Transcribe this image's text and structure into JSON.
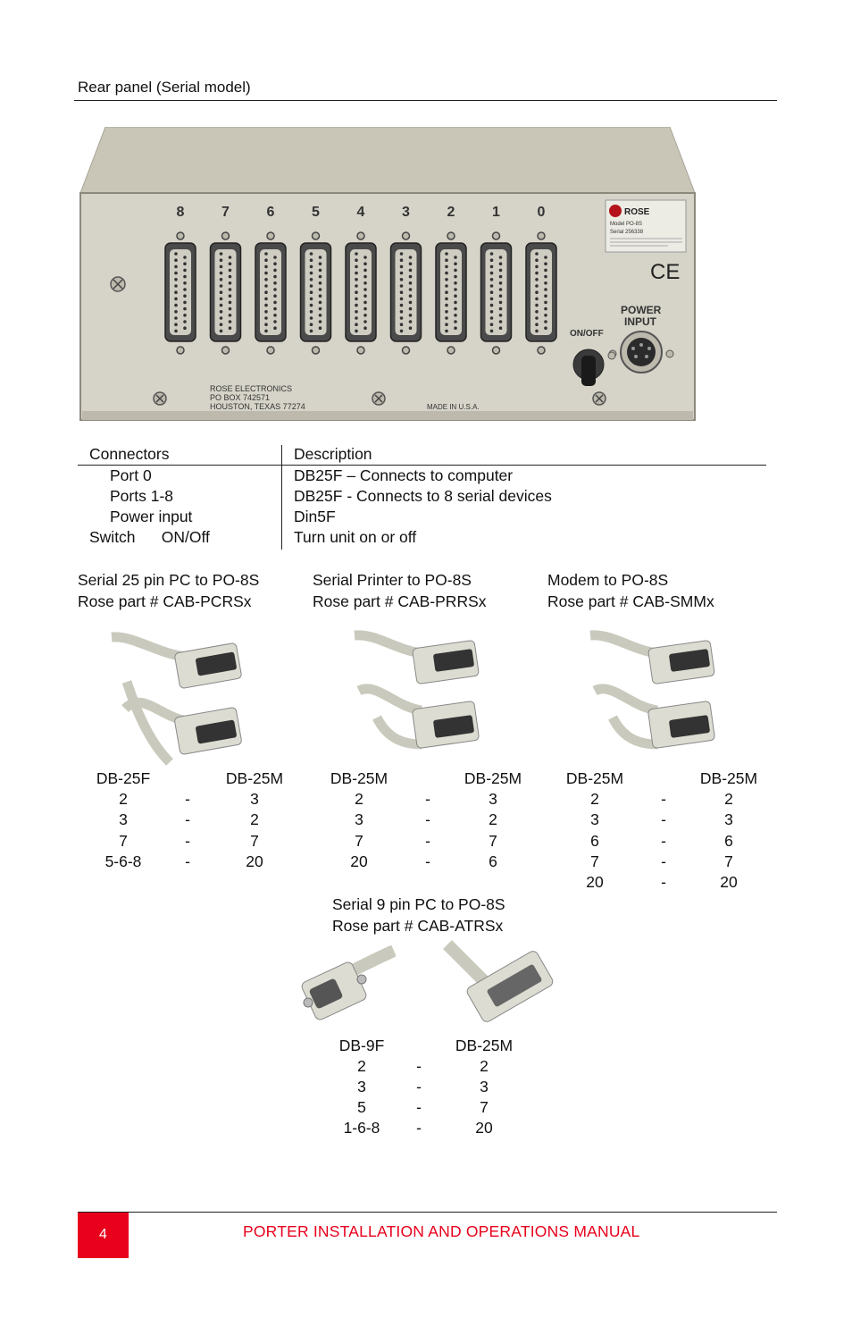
{
  "heading": "Rear panel (Serial model)",
  "panel": {
    "port_numbers": [
      "8",
      "7",
      "6",
      "5",
      "4",
      "3",
      "2",
      "1",
      "0"
    ],
    "label_brand": "ROSE",
    "label_model": "Model  PO-8S",
    "label_serial": "Serial  256338",
    "ce_mark": "CE",
    "onoff_label": "ON/OFF",
    "power_label_1": "POWER",
    "power_label_2": "INPUT",
    "address_1": "ROSE ELECTRONICS",
    "address_2": "PO BOX 742571",
    "address_3": "HOUSTON, TEXAS  77274",
    "made_in": "MADE IN U.S.A."
  },
  "connectors_table": {
    "header": [
      "Connectors",
      "Description"
    ],
    "rows": [
      {
        "connector": "Port 0",
        "description": "DB25F – Connects to computer"
      },
      {
        "connector": "Ports 1-8",
        "description": "DB25F - Connects to 8 serial devices"
      },
      {
        "connector": "Power input",
        "description": "Din5F"
      },
      {
        "connector": "Switch      ON/Off",
        "description": "Turn unit on or off"
      }
    ]
  },
  "cables": [
    {
      "title": "Serial 25 pin PC to PO-8S",
      "part": "Rose part # CAB-PCRSx",
      "left_head": "DB-25F",
      "right_head": "DB-25M",
      "pins": [
        [
          "2",
          "3"
        ],
        [
          "3",
          "2"
        ],
        [
          "7",
          "7"
        ],
        [
          "5-6-8",
          "20"
        ]
      ]
    },
    {
      "title": "Serial Printer to PO-8S",
      "part": "Rose part # CAB-PRRSx",
      "left_head": "DB-25M",
      "right_head": "DB-25M",
      "pins": [
        [
          "2",
          "3"
        ],
        [
          "3",
          "2"
        ],
        [
          "7",
          "7"
        ],
        [
          "20",
          "6"
        ]
      ]
    },
    {
      "title": "Modem to PO-8S",
      "part": "Rose part # CAB-SMMx",
      "left_head": "DB-25M",
      "right_head": "DB-25M",
      "pins": [
        [
          "2",
          "2"
        ],
        [
          "3",
          "3"
        ],
        [
          "6",
          "6"
        ],
        [
          "7",
          "7"
        ],
        [
          "20",
          "20"
        ]
      ]
    },
    {
      "title": "Serial 9 pin PC to PO-8S",
      "part": "Rose part # CAB-ATRSx",
      "left_head": "DB-9F",
      "right_head": "DB-25M",
      "pins": [
        [
          "2",
          "2"
        ],
        [
          "3",
          "3"
        ],
        [
          "5",
          "7"
        ],
        [
          "1-6-8",
          "20"
        ]
      ]
    }
  ],
  "dash": "-",
  "footer": {
    "page_number": "4",
    "title": "PORTER INSTALLATION AND OPERATIONS MANUAL"
  },
  "colors": {
    "accent_red": "#e8001c",
    "panel_face": "#d6d4c8",
    "panel_top": "#c9c6b8"
  }
}
